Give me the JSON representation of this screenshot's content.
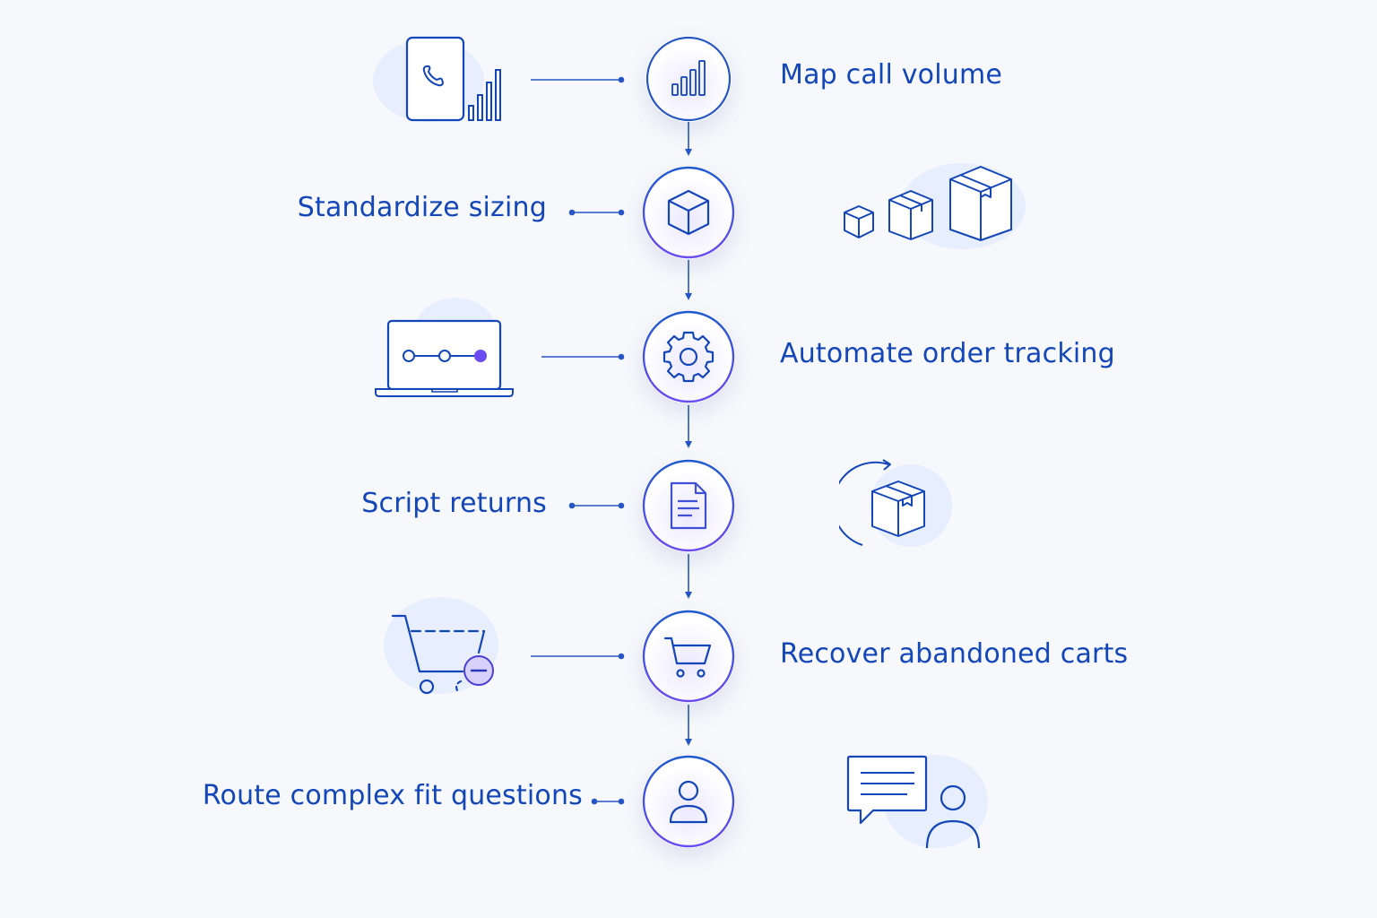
{
  "colors": {
    "primary": "#1346b8",
    "line": "#2656c4",
    "accent": "#6a4cf0",
    "blob": "#e7eefd",
    "background": "#f6f8fb"
  },
  "steps": [
    {
      "label": "Map call volume",
      "node_icon": "bar-chart-icon",
      "illustration": "phone-signal-icon"
    },
    {
      "label": "Standardize sizing",
      "node_icon": "box-icon",
      "illustration": "boxes-sizes-icon"
    },
    {
      "label": "Automate order tracking",
      "node_icon": "gear-icon",
      "illustration": "laptop-progress-icon"
    },
    {
      "label": "Script returns",
      "node_icon": "document-icon",
      "illustration": "return-box-icon"
    },
    {
      "label": "Recover abandoned carts",
      "node_icon": "cart-icon",
      "illustration": "cart-remove-icon"
    },
    {
      "label": "Route complex fit questions",
      "node_icon": "person-icon",
      "illustration": "chat-agent-icon"
    }
  ]
}
